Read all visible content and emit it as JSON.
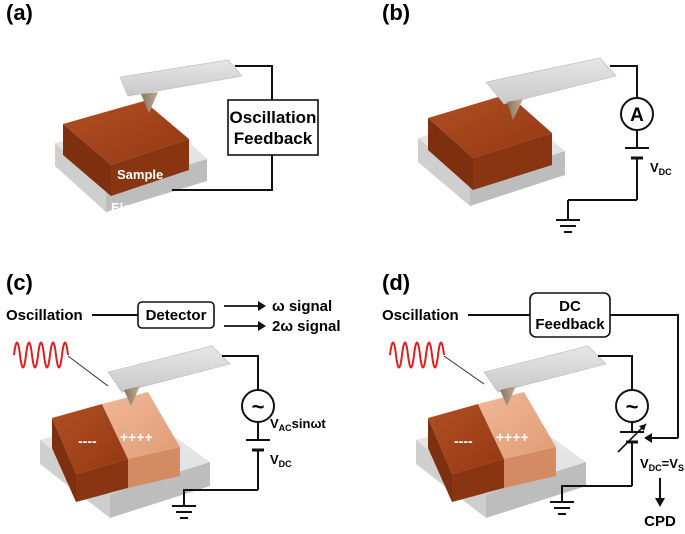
{
  "panels": {
    "a": {
      "label": "(a)",
      "box_line1": "Oscillation",
      "box_line2": "Feedback",
      "sample_label": "Sample",
      "electrode_label": "Electrode"
    },
    "b": {
      "label": "(b)",
      "meter": "A",
      "vdc_main": "V",
      "vdc_sub": "DC"
    },
    "c": {
      "label": "(c)",
      "oscillation": "Oscillation",
      "detector": "Detector",
      "signal1": "ω signal",
      "signal2": "2ω signal",
      "source_symbol": "~",
      "vac_main": "V",
      "vac_sub": "AC",
      "vac_tail": "sinωt",
      "vdc_main": "V",
      "vdc_sub": "DC",
      "neg_charge": "----",
      "pos_charge": "++++"
    },
    "d": {
      "label": "(d)",
      "oscillation": "Oscillation",
      "box_line1": "DC",
      "box_line2": "Feedback",
      "source_symbol": "~",
      "vdc_main": "V",
      "vdc_sub": "DC",
      "eq": "=V",
      "vs_sub": "S",
      "cpd": "CPD",
      "neg_charge": "----",
      "pos_charge": "++++"
    }
  },
  "colors": {
    "sample_dark": "#9c3f17",
    "sample_light": "#e6a785",
    "electrode": "#d6d6d6",
    "cantilever": "#d9d9d9",
    "wave": "#e02020"
  }
}
